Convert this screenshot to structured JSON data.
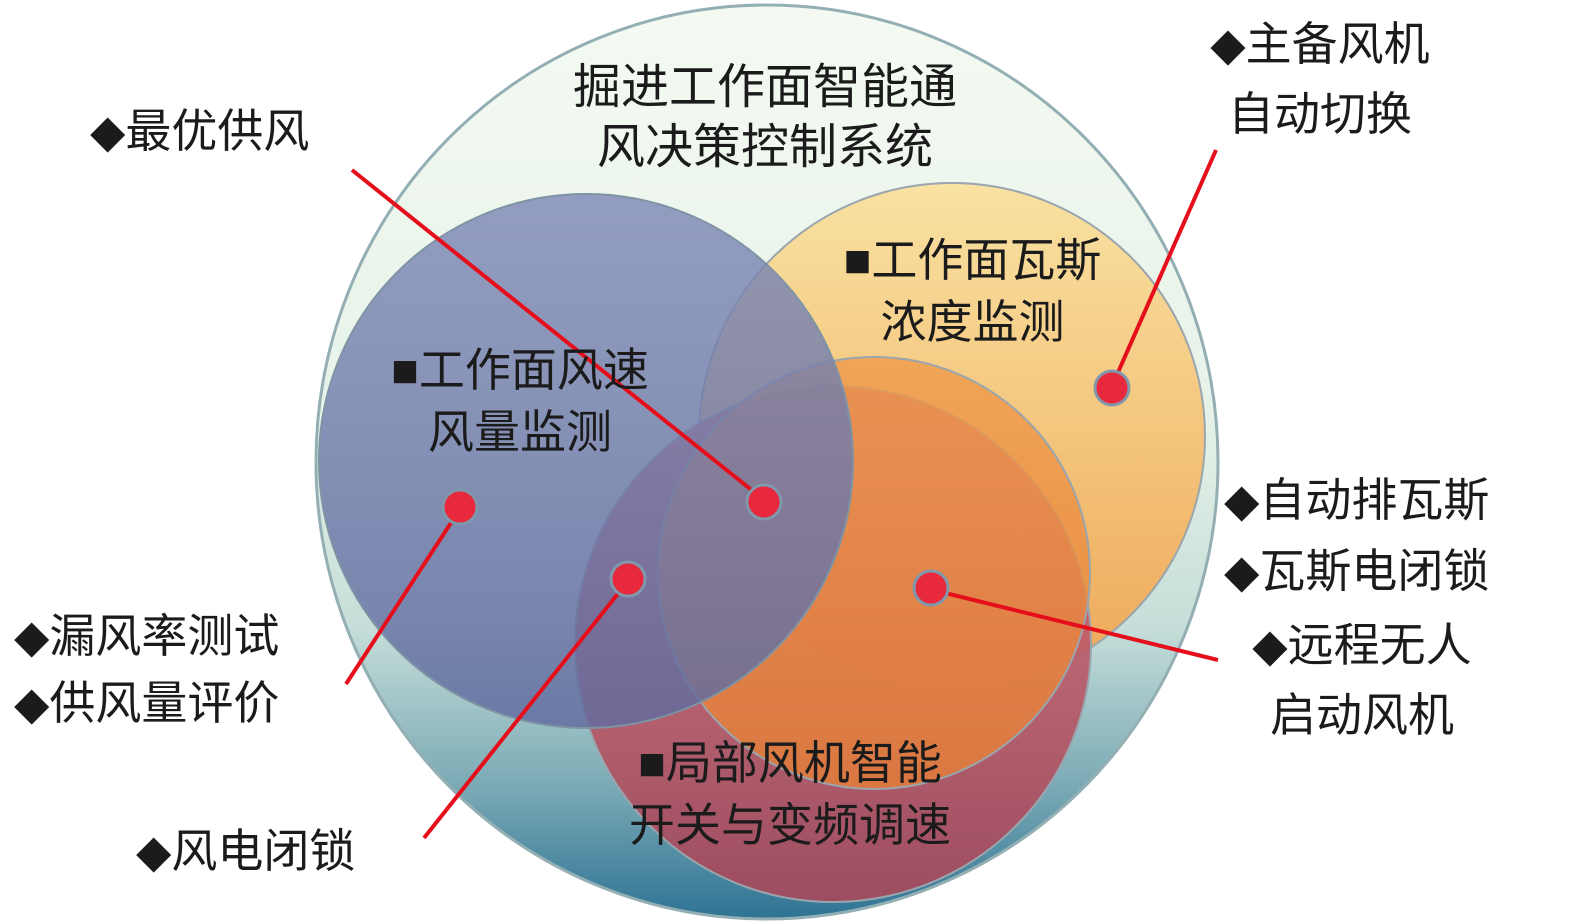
{
  "diagram": {
    "title": {
      "line1": "掘进工作面智能通",
      "line2": "风决策控制系统"
    },
    "regions": {
      "wind_monitor": {
        "line1": "■工作面风速",
        "line2": "风量监测"
      },
      "gas_monitor": {
        "line1": "■工作面瓦斯",
        "line2": "浓度监测"
      },
      "local_fan": {
        "line1": "■局部风机智能",
        "line2": "开关与变频调速"
      }
    },
    "callouts": {
      "optimal_air_supply": {
        "line1": "◆最优供风"
      },
      "main_backup_fan_switch": {
        "line1": "◆主备风机",
        "line2": "自动切换"
      },
      "auto_gas_discharge": {
        "line1": "◆自动排瓦斯"
      },
      "gas_electric_interlock": {
        "line1": "◆瓦斯电闭锁"
      },
      "remote_unmanned_fan_start": {
        "line1": "◆远程无人",
        "line2": "启动风机"
      },
      "air_leak_rate_test": {
        "line1": "◆漏风率测试"
      },
      "air_supply_evaluation": {
        "line1": "◆供风量评价"
      },
      "wind_electric_interlock": {
        "line1": "◆风电闭锁"
      }
    },
    "colors": {
      "callout_line": "#e50f1c",
      "dot_fill": "#e8283c",
      "dot_ring": "#8098ab",
      "text": "#1b1b1b",
      "outer_circle_top": "#f4faf2",
      "outer_circle_bottom": "#2e7394",
      "blue_circle": "#707cac",
      "yellow_circle": "#f6d88e",
      "orange_circle": "#ec8f40",
      "red_circle": "#c05a68",
      "circle_stroke": "#8fa3ad"
    }
  }
}
